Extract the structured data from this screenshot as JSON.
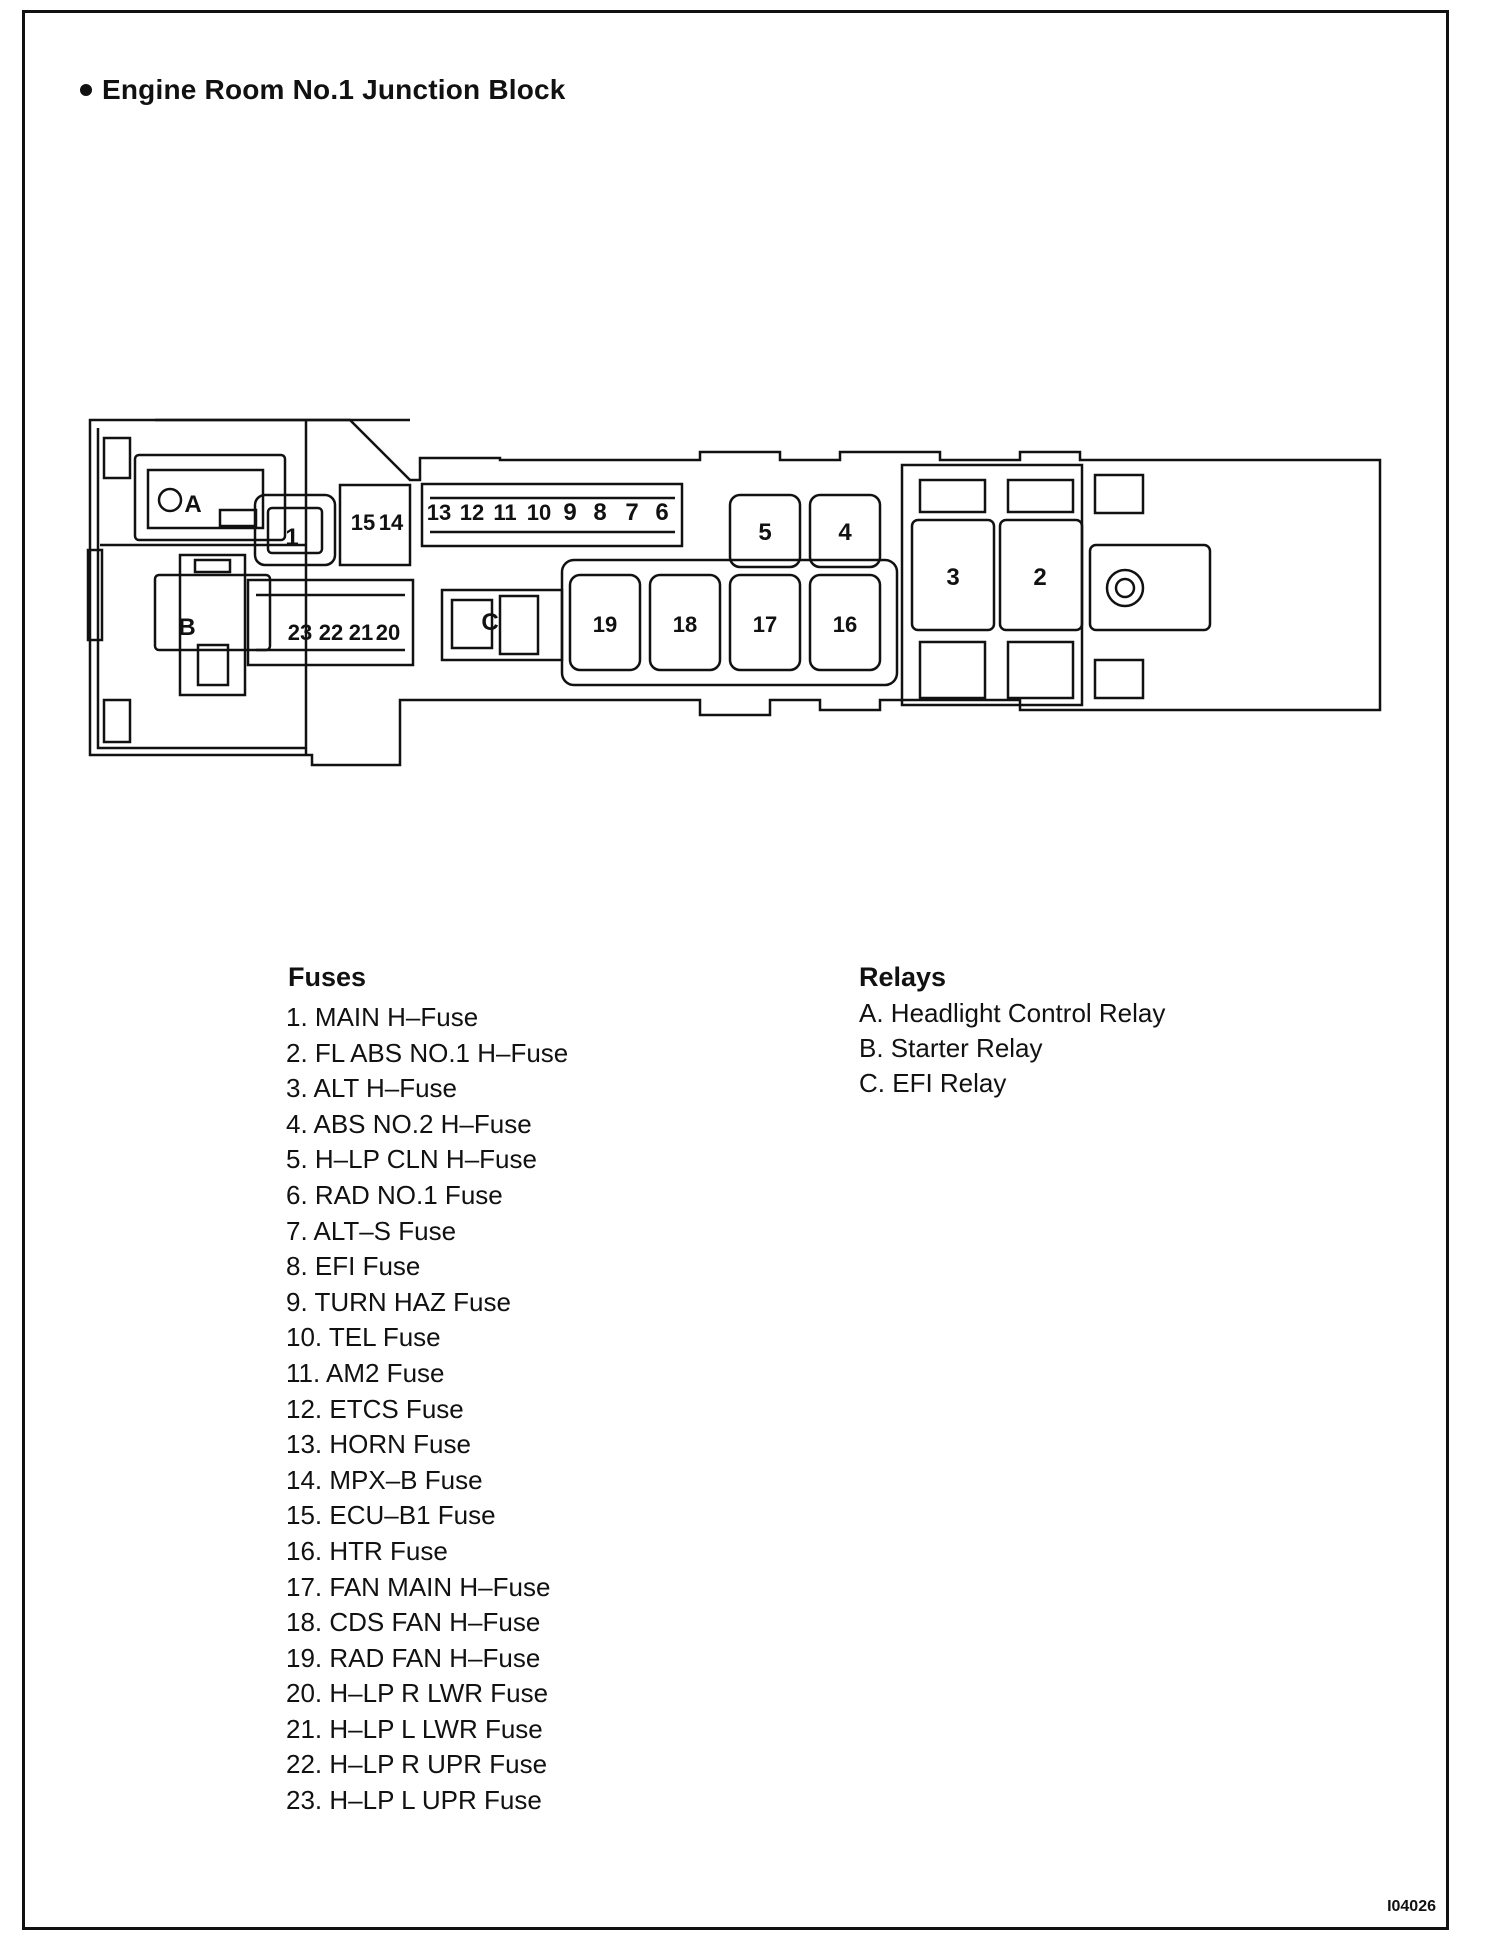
{
  "title": "Engine Room No.1 Junction Block",
  "diagram": {
    "relay_labels": [
      "A",
      "B",
      "C"
    ],
    "fuse_labels": [
      "1",
      "2",
      "3",
      "4",
      "5",
      "6",
      "7",
      "8",
      "9",
      "10",
      "11",
      "12",
      "13",
      "14",
      "15",
      "16",
      "17",
      "18",
      "19",
      "20",
      "21",
      "22",
      "23"
    ]
  },
  "fuses": {
    "heading": "Fuses",
    "items": [
      "1. MAIN H–Fuse",
      "2. FL ABS NO.1 H–Fuse",
      "3. ALT H–Fuse",
      "4. ABS NO.2 H–Fuse",
      "5. H–LP CLN H–Fuse",
      "6. RAD NO.1 Fuse",
      "7. ALT–S Fuse",
      "8. EFI Fuse",
      "9. TURN HAZ Fuse",
      "10. TEL Fuse",
      "11. AM2 Fuse",
      "12. ETCS Fuse",
      "13. HORN Fuse",
      "14. MPX–B Fuse",
      "15. ECU–B1 Fuse",
      "16. HTR Fuse",
      "17. FAN MAIN H–Fuse",
      "18. CDS FAN H–Fuse",
      "19. RAD FAN H–Fuse",
      "20. H–LP R LWR Fuse",
      "21. H–LP L LWR Fuse",
      "22. H–LP R UPR Fuse",
      "23. H–LP L UPR Fuse"
    ]
  },
  "relays": {
    "heading": "Relays",
    "items": [
      "A. Headlight Control Relay",
      "B. Starter Relay",
      "C. EFI Relay"
    ]
  },
  "figure_code": "I04026"
}
